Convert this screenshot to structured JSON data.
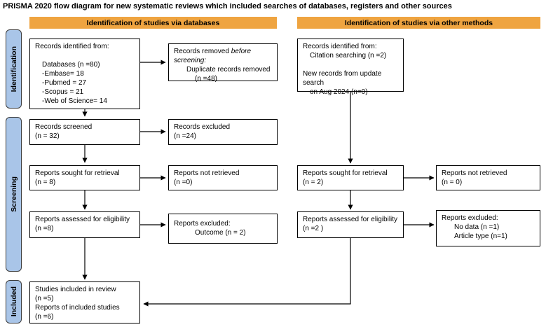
{
  "title": "PRISMA 2020 flow diagram for new systematic reviews which included searches of databases, registers and other sources",
  "headers": {
    "databases": "Identification of studies via databases",
    "other": "Identification of studies via other methods"
  },
  "stages": {
    "identification": "Identification",
    "screening": "Screening",
    "included": "Included"
  },
  "boxes": {
    "records_identified_db": {
      "lines": [
        "Records identified from:",
        "",
        "Databases (n =80)",
        "-Embase= 18",
        "-Pubmed = 27",
        "-Scopus = 21",
        "-Web of Science= 14"
      ]
    },
    "records_removed": {
      "line1_pre": "Records removed ",
      "line1_em": "before",
      "line2_em": "screening:",
      "line3": "Duplicate records removed",
      "line4": "(n =48)"
    },
    "records_screened": {
      "lines": [
        "Records screened",
        "(n = 32)"
      ]
    },
    "records_excluded": {
      "lines": [
        "Records excluded",
        "(n =24)"
      ]
    },
    "reports_sought_db": {
      "lines": [
        "Reports sought for retrieval",
        "(n = 8)"
      ]
    },
    "reports_not_retrieved_db": {
      "lines": [
        "Reports not retrieved",
        "(n =0)"
      ]
    },
    "reports_assessed_db": {
      "lines": [
        "Reports assessed for eligibility",
        "(n =8)"
      ]
    },
    "reports_excluded_db": {
      "lines": [
        "Reports excluded:",
        "Outcome (n = 2)"
      ]
    },
    "records_identified_other": {
      "lines": [
        "Records identified from:",
        "Citation searching (n =2)",
        "",
        "New records from update search",
        "on Aug 2024 (n=0)"
      ]
    },
    "reports_sought_other": {
      "lines": [
        "Reports sought for retrieval",
        "(n = 2)"
      ]
    },
    "reports_not_retrieved_other": {
      "lines": [
        "Reports not retrieved",
        "(n = 0)"
      ]
    },
    "reports_assessed_other": {
      "lines": [
        "Reports assessed for eligibility",
        "(n =2 )"
      ]
    },
    "reports_excluded_other": {
      "lines": [
        "Reports excluded:",
        "No data (n =1)",
        "Article type (n=1)"
      ]
    },
    "studies_included": {
      "lines": [
        "Studies included in review",
        "(n =5)",
        "Reports of included studies",
        "(n =6)"
      ]
    }
  },
  "colors": {
    "header-bg": "#EFA440",
    "stage-bg": "#A9C5E8",
    "stage-border": "#3B3B3B"
  }
}
